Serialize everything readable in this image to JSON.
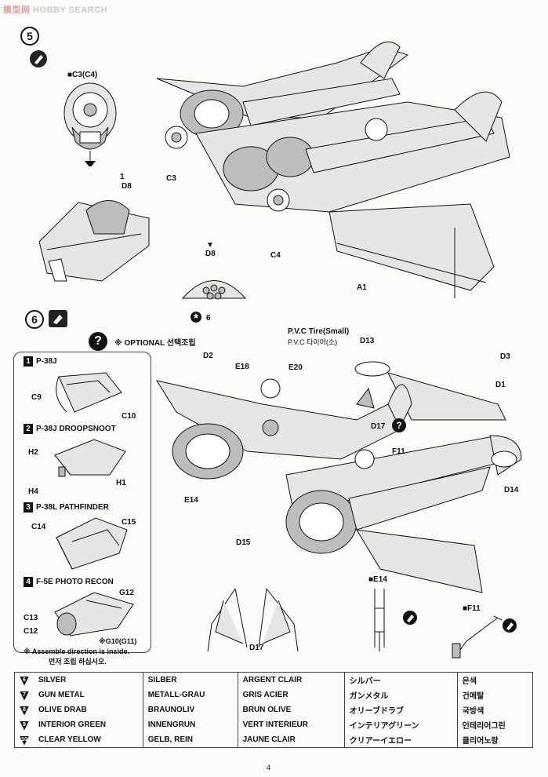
{
  "watermark": {
    "logo": "模型网",
    "text": "HOBBY SEARCH"
  },
  "step5": {
    "number": "5",
    "top_part": "■C3(C4)",
    "callout_top": "D8",
    "paint_top": "1",
    "labels": {
      "c3": "C3",
      "c4": "C4",
      "a1": "A1",
      "d8_mid": "D8",
      "star": "6"
    }
  },
  "step6": {
    "number": "6",
    "optional_heading": "※ OPTIONAL 선택조립",
    "labels": {
      "pvc_en": "P.V.C Tire(Small)",
      "pvc_kr": "P.V.C 타이어(소)",
      "d13": "D13",
      "d2": "D2",
      "d3": "D3",
      "e18": "E18",
      "e20": "E20",
      "d1": "D1",
      "d17": "D17",
      "f11": "F11",
      "d14": "D14",
      "e14": "E14",
      "d15": "D15",
      "d17b": "D17",
      "e14_box": "■E14",
      "f11_box": "■F11"
    },
    "options": [
      {
        "num": "1",
        "name": "P-38J",
        "parts": [
          "C9",
          "C10"
        ]
      },
      {
        "num": "2",
        "name": "P-38J DROOPSNOOT",
        "parts": [
          "H2",
          "H4",
          "H1"
        ]
      },
      {
        "num": "3",
        "name": "P-38L PATHFINDER",
        "parts": [
          "C14",
          "C15"
        ]
      },
      {
        "num": "4",
        "name": "F-5E PHOTO RECON",
        "parts": [
          "G12",
          "C13",
          "C12",
          "※G10(G11)"
        ]
      }
    ],
    "note_en": "※ Assemble direction is inside.",
    "note_kr": "먼저 조립 하십시오."
  },
  "legend": [
    {
      "num": "6",
      "en": "SILVER",
      "de": "SILBER",
      "fr": "ARGENT CLAIR",
      "jp": "シルバー",
      "kr": "은색"
    },
    {
      "num": "7",
      "en": "GUN METAL",
      "de": "METALL-GRAU",
      "fr": "GRIS ACIER",
      "jp": "ガンメタル",
      "kr": "건메탈"
    },
    {
      "num": "8",
      "en": "OLIVE DRAB",
      "de": "BRAUNOLIV",
      "fr": "BRUN OLIVE",
      "jp": "オリーブドラブ",
      "kr": "국방색"
    },
    {
      "num": "9",
      "en": "INTERIOR GREEN",
      "de": "INNENGRUN",
      "fr": "VERT INTERIEUR",
      "jp": "インテリアグリーン",
      "kr": "인테리어그린"
    },
    {
      "num": "10",
      "en": "CLEAR YELLOW",
      "de": "GELB, REIN",
      "fr": "JAUNE CLAIR",
      "jp": "クリアーイエロー",
      "kr": "클리어노랑"
    }
  ],
  "page_number": "4"
}
